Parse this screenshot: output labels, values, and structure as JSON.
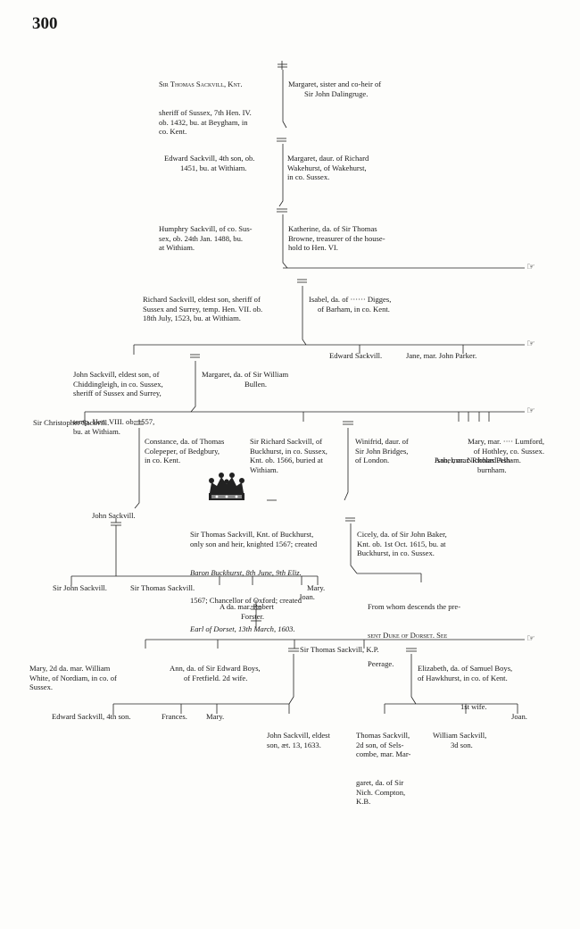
{
  "page_number": "300",
  "g1": {
    "husband": [
      "Sir Thomas Sackvill, Knt.",
      "sheriff of Sussex, 7th Hen. IV.",
      "ob. 1432, bu. at Beygham, in",
      "co. Kent."
    ],
    "wife": [
      "Margaret, sister and co-heir of",
      "Sir John Dalingruge."
    ]
  },
  "g2": {
    "husband": [
      "Edward Sackvill, 4th son, ob.",
      "1451, bu. at Withiam."
    ],
    "wife": [
      "Margaret, daur. of Richard",
      "Wakehurst, of Wakehurst,",
      "in co. Sussex."
    ]
  },
  "g3": {
    "husband": [
      "Humphry Sackvill, of co. Sus-",
      "sex, ob. 24th Jan. 1488, bu.",
      "at Withiam."
    ],
    "wife": [
      "Katherine, da. of Sir Thomas",
      "Browne, treasurer of the house-",
      "hold to Hen. VI."
    ]
  },
  "g4": {
    "husband": [
      "Richard Sackvill, eldest son, sheriff of",
      "Sussex and Surrey, temp. Hen. VII. ob.",
      "18th July, 1523, bu. at Withiam."
    ],
    "wife": [
      "Isabel, da. of ······ Digges,",
      "of Barham, in co. Kent."
    ]
  },
  "g5": {
    "john": [
      "John Sackvill, eldest son, of",
      "Chiddingleigh, in co. Sussex,",
      "sheriff of Sussex and Surrey,",
      "temp. Hen. VIII. ob. 1557,",
      "bu. at Withiam."
    ],
    "margaret": [
      "Margaret, da. of Sir William",
      "Bullen."
    ],
    "edward": "Edward Sackvill.",
    "jane": "Jane, mar. John Parker."
  },
  "g6": {
    "christopher": "Sir Christopher Sackvill.",
    "constance": [
      "Constance, da. of Thomas",
      "Colepeper, of Bedgbury,",
      "in co. Kent."
    ],
    "richard": [
      "Sir Richard Sackvill, of",
      "Buckhurst, in co. Sussex,",
      "Knt. ob. 1566, buried at",
      "Withiam."
    ],
    "winifrid": [
      "Winifrid, daur. of",
      "Sir John Bridges,",
      "of London."
    ],
    "mary": [
      "Mary, mar. ···· Lumford,",
      "of Hothley, co. Sussex."
    ],
    "isabel": [
      "Isabel, mar. Richard Ash-",
      "burnham."
    ],
    "ann": "Ann, mar. Nicholas Pelham."
  },
  "g7": {
    "john": "John Sackvill.",
    "thomas": [
      "Sir Thomas Sackvill, Knt. of Buckhurst,",
      "only son and heir, knighted 1567; created",
      "Baron Buckhurst, 8th June, 9th Eliz.",
      "1567; Chancellor of Oxford; created",
      "Earl of Dorset, 13th March, 1603."
    ],
    "cicely": [
      "Cicely, da. of Sir John Baker,",
      "Knt. ob. 1st Oct. 1615, bu. at",
      "Buckhurst, in co. Sussex."
    ]
  },
  "g8": {
    "john": "Sir John Sackvill.",
    "thomas": "Sir Thomas Sackvill.",
    "daughter": [
      "A da. mar. Robert",
      "Forster."
    ],
    "mary": "Mary.",
    "joan": "Joan.",
    "descends": [
      "From whom descends the pre-",
      "sent Duke of Dorset. See",
      "Peerage."
    ]
  },
  "g9": {
    "mary": [
      "Mary, 2d da. mar. William",
      "White, of Nordiam, in co. of",
      "Sussex."
    ],
    "ann": [
      "Ann, da. of Sir Edward Boys,",
      "of Fretfield. 2d wife."
    ],
    "thomas": "Sir Thomas Sackvill, K.P.",
    "elizabeth": [
      "Elizabeth, da. of Samuel Boys,",
      "of Hawkhurst, in co. of Kent.",
      "1st wife."
    ]
  },
  "g10": {
    "edward": "Edward Sackvill, 4th son.",
    "frances": "Frances.",
    "mary": "Mary.",
    "john": [
      "John Sackvill, eldest",
      "son, æt. 13, 1633."
    ],
    "thomas": [
      "Thomas Sackvill,",
      "2d son, of Sels-",
      "combe, mar. Mar-",
      "garet, da. of Sir",
      "Nich. Compton,",
      "K.B."
    ],
    "william": [
      "William Sackvill,",
      "3d son."
    ],
    "joan": "Joan."
  },
  "pointer_glyph": "☞"
}
